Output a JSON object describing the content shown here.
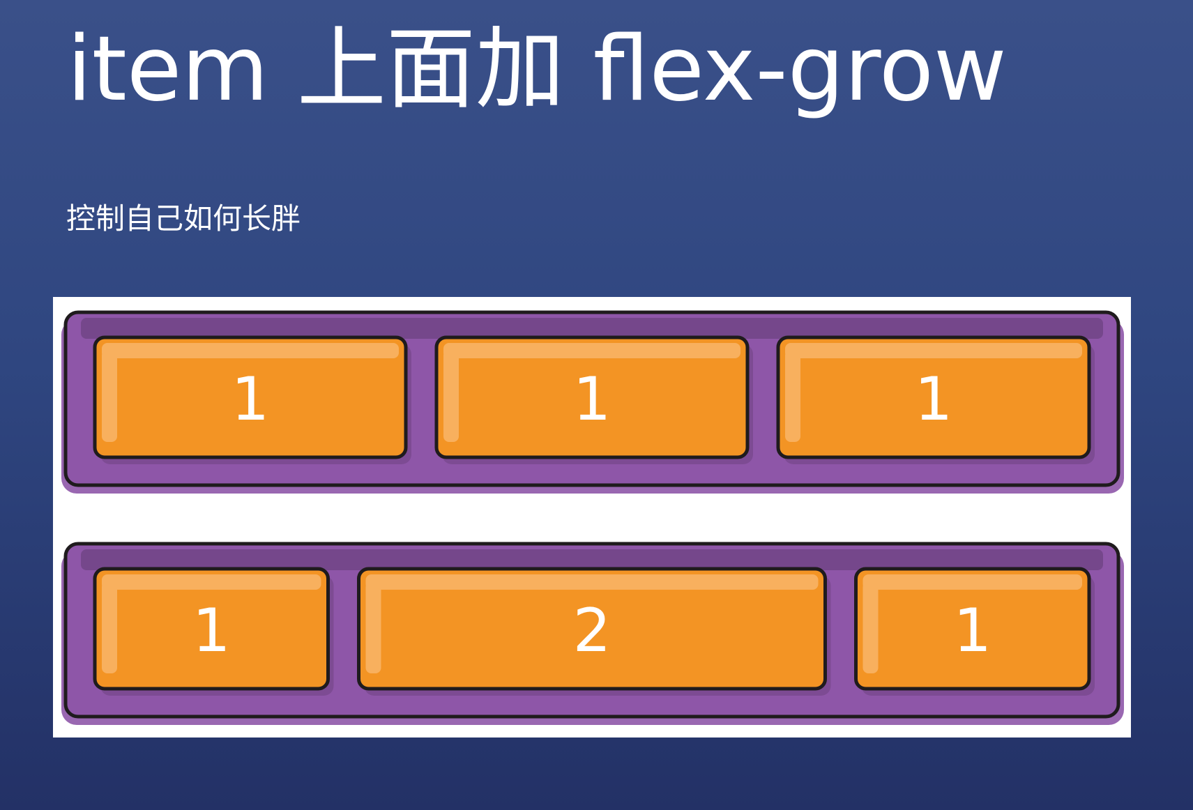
{
  "slide": {
    "title": "item 上面加 flex-grow",
    "subtitle": "控制自己如何长胖"
  },
  "diagram": {
    "colors": {
      "container": "#8e56a8",
      "container_dark": "#714486",
      "item": "#f39424",
      "item_highlight": "#f8b05e",
      "outline": "#1f1b1d"
    },
    "rows": [
      {
        "items": [
          {
            "label": "1",
            "grow": 1
          },
          {
            "label": "1",
            "grow": 1
          },
          {
            "label": "1",
            "grow": 1
          }
        ]
      },
      {
        "items": [
          {
            "label": "1",
            "grow": 1
          },
          {
            "label": "2",
            "grow": 2
          },
          {
            "label": "1",
            "grow": 1
          }
        ]
      }
    ]
  }
}
